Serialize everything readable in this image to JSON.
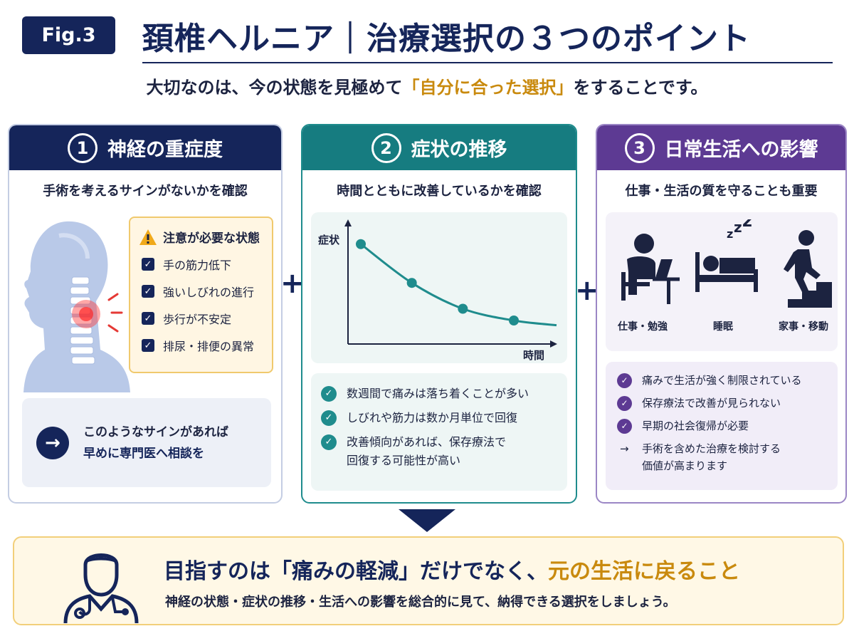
{
  "header": {
    "badge": "Fig.3",
    "title": "頚椎ヘルニア｜治療選択の３つのポイント",
    "subtitle_pre": "大切なのは、今の状態を見極めて",
    "subtitle_highlight": "「自分に合った選択」",
    "subtitle_post": "をすることです。"
  },
  "panels": [
    {
      "number": "1",
      "title": "神経の重症度",
      "subtitle": "手術を考えるサインがないかを確認",
      "warning": {
        "title": "注意が必要な状態",
        "items": [
          "手の筋力低下",
          "強いしびれの進行",
          "歩行が不安定",
          "排尿・排便の異常"
        ]
      },
      "advice_line1": "このようなサインがあれば",
      "advice_line2": "早めに専門医へ相談を"
    },
    {
      "number": "2",
      "title": "症状の推移",
      "subtitle": "時間とともに改善しているかを確認",
      "checks": [
        "数週間で痛みは落ち着くことが多い",
        "しびれや筋力は数か月単位で回復",
        "改善傾向があれば、保存療法で",
        "回復する可能性が高い"
      ]
    },
    {
      "number": "3",
      "title": "日常生活への影響",
      "subtitle": "仕事・生活の質を守ることも重要",
      "icons": [
        {
          "label": "仕事・勉強",
          "icon": "desk-work-icon"
        },
        {
          "label": "睡眠",
          "icon": "sleep-icon"
        },
        {
          "label": "家事・移動",
          "icon": "stairs-walking-icon"
        }
      ],
      "checks": [
        "痛みで生活が強く制限されている",
        "保存療法で改善が見られない",
        "早期の社会復帰が必要"
      ],
      "note_arrow": "→",
      "note_line1": "手術を含めた治療を検討する",
      "note_line2": "価値が高まります"
    }
  ],
  "plus_sign": "+",
  "chart_data": {
    "type": "line",
    "ylabel": "症状",
    "xlabel": "時間",
    "x": [
      1,
      2,
      3,
      4
    ],
    "values": [
      0.85,
      0.52,
      0.3,
      0.2
    ],
    "curve_tail": 0.16,
    "ylim": [
      0,
      1
    ],
    "grid": false,
    "color": "#1f8c8d"
  },
  "bottom": {
    "main_pre": "目指すのは「痛みの軽減」だけでなく、",
    "main_highlight": "元の生活に戻ること",
    "sub": "神経の状態・症状の推移・生活への影響を総合的に見て、納得できる選択をしましょう。"
  },
  "colors": {
    "navy": "#15255a",
    "teal": "#167c80",
    "purple": "#5d3a93",
    "gold": "#c98a0e"
  }
}
